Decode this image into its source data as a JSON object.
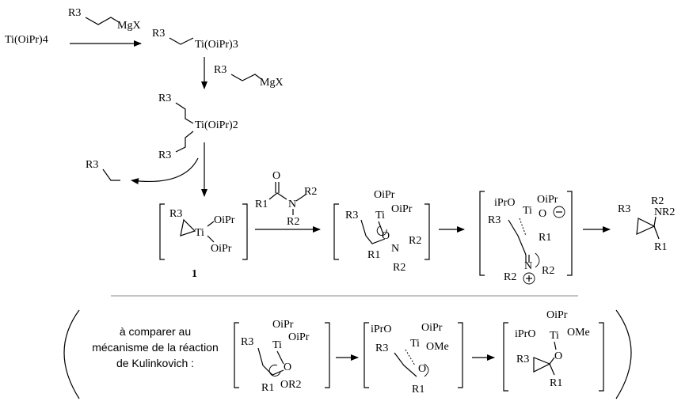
{
  "scheme": {
    "start_reagent": "Ti(OiPr)4",
    "grignard": "MgX",
    "r3": "R3",
    "r2": "R2",
    "r1": "R1",
    "ti_oipr3": "Ti(OiPr)3",
    "ti_oipr2": "Ti(OiPr)2",
    "ti": "Ti",
    "oipr": "OiPr",
    "ipro": "iPrO",
    "o": "O",
    "n": "N",
    "ome": "OMe",
    "or2": "OR2",
    "compound_number": "1",
    "comparison_text": [
      "à comparer au",
      "mécanisme de la réaction",
      "de Kulinkovich :"
    ]
  }
}
